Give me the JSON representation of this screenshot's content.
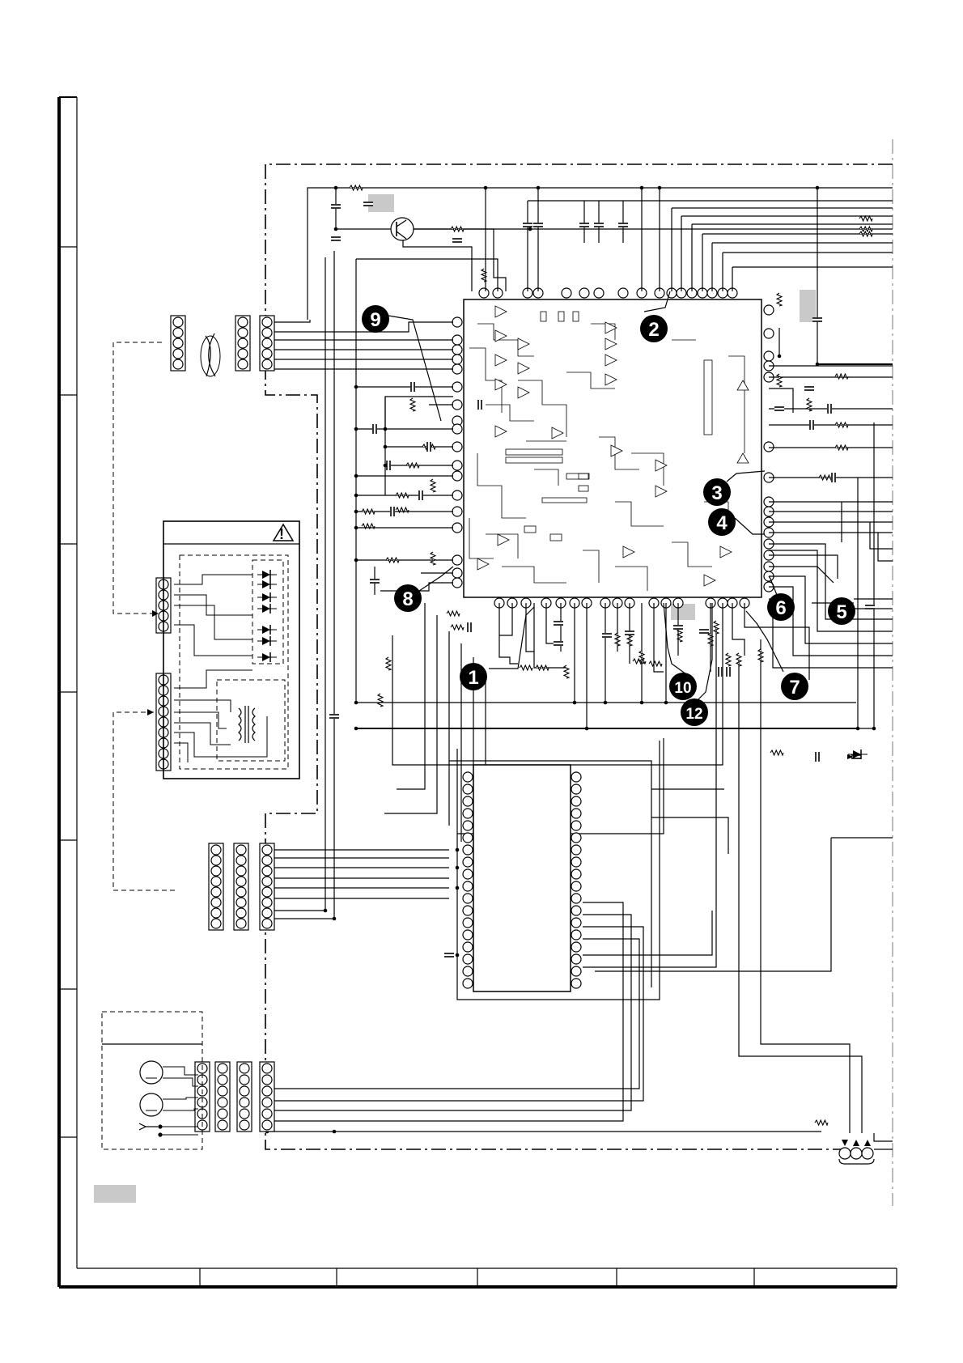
{
  "markers": [
    "1",
    "2",
    "3",
    "4",
    "5",
    "6",
    "7",
    "8",
    "9",
    "10",
    "12"
  ],
  "warning_symbol": "!",
  "icons": [
    "warning-triangle-icon",
    "transistor-icon",
    "diode-icon",
    "speaker-icon",
    "headphone-jack-icon",
    "arrow-icon"
  ],
  "colors": {
    "ink": "#000000",
    "shade": "#c9c9c9",
    "paper": "#ffffff"
  }
}
